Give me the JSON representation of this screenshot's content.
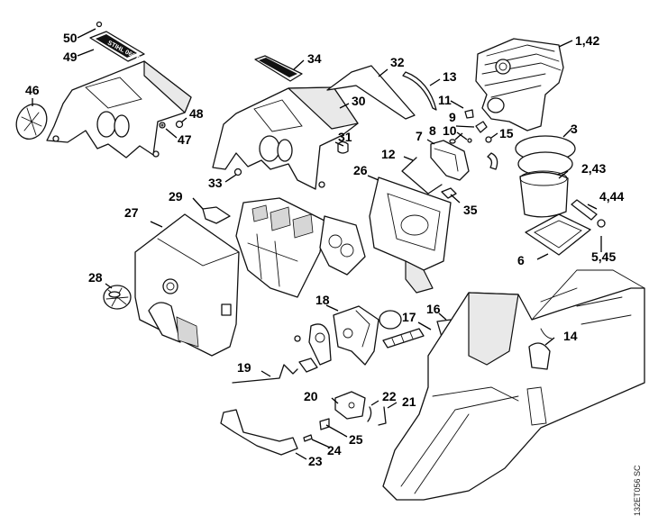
{
  "diagram": {
    "title": "Exploded parts diagram – covers, cylinder, carburetor and housing",
    "reference_code": "132ET056 SC",
    "line_color": "#111111",
    "background": "#ffffff",
    "plate_text": "STIHL 066 C",
    "callouts": [
      {
        "id": "50",
        "label": "50"
      },
      {
        "id": "49",
        "label": "49"
      },
      {
        "id": "46",
        "label": "46"
      },
      {
        "id": "48",
        "label": "48"
      },
      {
        "id": "47",
        "label": "47"
      },
      {
        "id": "34",
        "label": "34"
      },
      {
        "id": "32",
        "label": "32"
      },
      {
        "id": "13",
        "label": "13"
      },
      {
        "id": "1_42",
        "label": "1,42"
      },
      {
        "id": "30",
        "label": "30"
      },
      {
        "id": "11",
        "label": "11"
      },
      {
        "id": "9",
        "label": "9"
      },
      {
        "id": "8",
        "label": "8"
      },
      {
        "id": "10",
        "label": "10"
      },
      {
        "id": "7",
        "label": "7"
      },
      {
        "id": "15",
        "label": "15"
      },
      {
        "id": "3",
        "label": "3"
      },
      {
        "id": "31",
        "label": "31"
      },
      {
        "id": "12",
        "label": "12"
      },
      {
        "id": "26",
        "label": "26"
      },
      {
        "id": "2_43",
        "label": "2,43"
      },
      {
        "id": "33",
        "label": "33"
      },
      {
        "id": "29",
        "label": "29"
      },
      {
        "id": "35",
        "label": "35"
      },
      {
        "id": "4_44",
        "label": "4,44"
      },
      {
        "id": "27",
        "label": "27"
      },
      {
        "id": "6",
        "label": "6"
      },
      {
        "id": "5_45",
        "label": "5,45"
      },
      {
        "id": "28",
        "label": "28"
      },
      {
        "id": "18",
        "label": "18"
      },
      {
        "id": "16",
        "label": "16"
      },
      {
        "id": "17",
        "label": "17"
      },
      {
        "id": "14",
        "label": "14"
      },
      {
        "id": "19",
        "label": "19"
      },
      {
        "id": "20",
        "label": "20"
      },
      {
        "id": "22",
        "label": "22"
      },
      {
        "id": "21",
        "label": "21"
      },
      {
        "id": "25",
        "label": "25"
      },
      {
        "id": "24",
        "label": "24"
      },
      {
        "id": "23",
        "label": "23"
      }
    ]
  }
}
